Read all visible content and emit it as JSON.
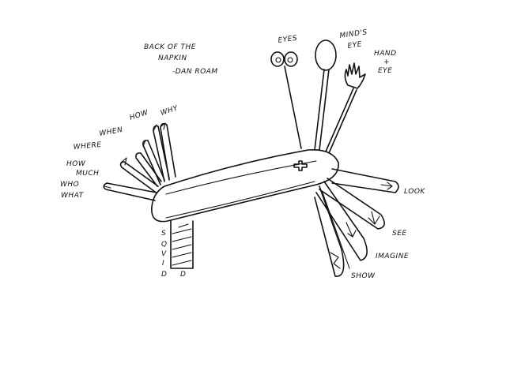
{
  "colors": {
    "ink": "#111111",
    "paper": "#ffffff"
  },
  "header": {
    "title_line1": "BACK OF THE",
    "title_line2": "NAPKIN",
    "author": "-DAN ROAM"
  },
  "left_tools": {
    "how": "HOW",
    "why": "WHY",
    "when": "WHEN",
    "where": "WHERE",
    "how_much_1": "HOW",
    "how_much_2": "MUCH",
    "who": "WHO",
    "what": "WHAT"
  },
  "top_tools": {
    "eyes": "EYES",
    "minds_eye_1": "MIND'S",
    "minds_eye_2": "EYE",
    "hand_eye_1": "HAND",
    "hand_eye_2": "+",
    "hand_eye_3": "EYE"
  },
  "right_tools": {
    "look": "LOOK",
    "see": "SEE",
    "imagine": "IMAGINE",
    "show": "SHOW"
  },
  "saw_tool": {
    "letters": [
      "S",
      "Q",
      "V",
      "I",
      "D"
    ],
    "d_letter": "D"
  }
}
